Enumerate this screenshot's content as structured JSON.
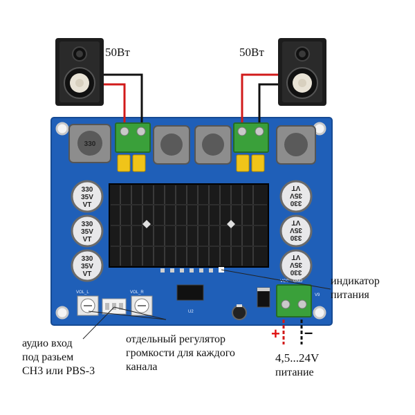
{
  "speakers": {
    "left_power": "50Вт",
    "right_power": "50Вт"
  },
  "annotations": {
    "indicator_line1": "индикатор",
    "indicator_line2": "питания",
    "audio_line1": "аудио вход",
    "audio_line2": "под разьем",
    "audio_line3": "CH3 или PBS-3",
    "volume_line1": "отдельный регулятор",
    "volume_line2": "громкости для каждого",
    "volume_line3": "канала",
    "voltage": "4,5...24V",
    "power_label": "питание",
    "plus": "+",
    "minus": "–"
  },
  "board_text": {
    "inductor_marking": "330",
    "cap_line1": "330",
    "cap_line2": "35V",
    "cap_line3": "VT",
    "vol_left": "VOL_L",
    "vol_right": "VOL_R",
    "vcc": "VCC",
    "gnd": "GND",
    "u2": "U2",
    "v9": "V9"
  },
  "colors": {
    "pcb": "#1f5fb8",
    "terminal": "#3aa03a",
    "heatsink": "#1a1a1a",
    "wire_red": "#d11a1a",
    "wire_black": "#111111"
  }
}
